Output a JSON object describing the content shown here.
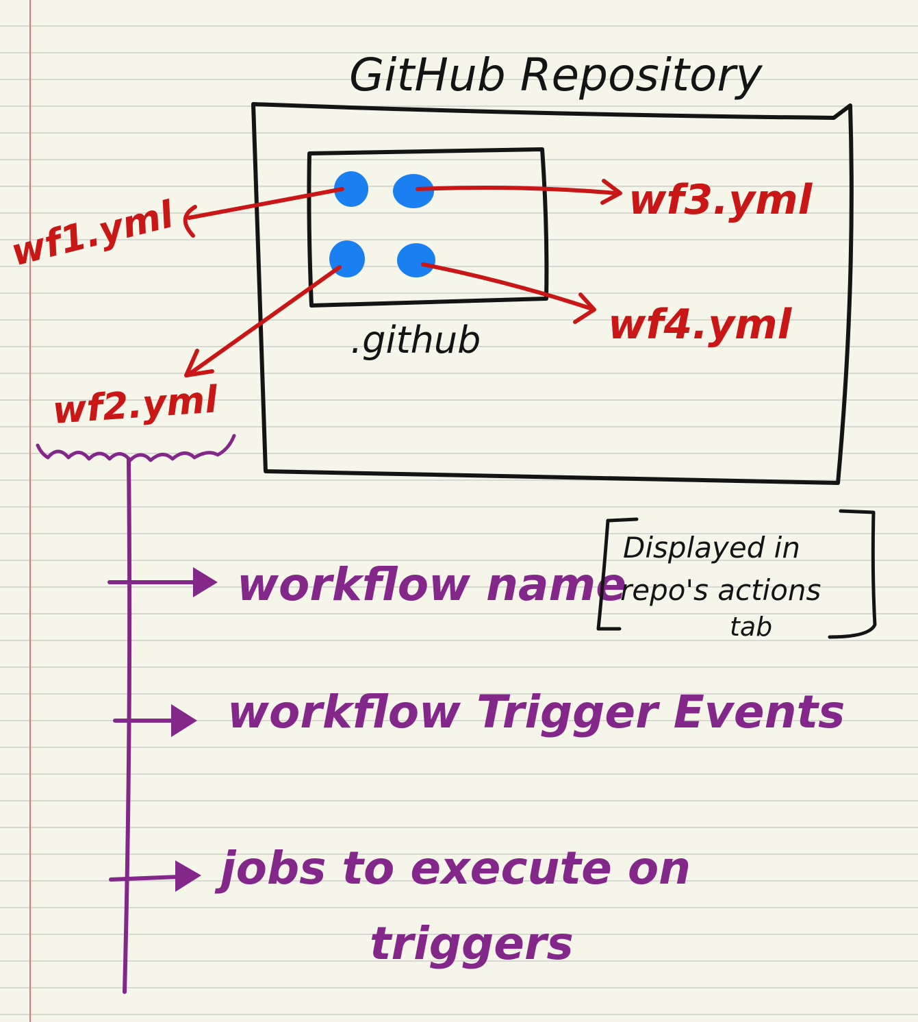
{
  "title": "GitHub Repository",
  "folder_label": ".github",
  "workflows": [
    "wf1.yml",
    "wf2.yml",
    "wf3.yml",
    "wf4.yml"
  ],
  "structure_items": [
    "workflow name",
    "workflow Trigger Events",
    "jobs to execute on",
    "triggers"
  ],
  "note_lines": [
    "Displayed in",
    "repo's actions",
    "tab"
  ],
  "colors": {
    "ink": "#141414",
    "arrow_red": "#c91616",
    "dot_blue": "#1a7ff0",
    "purple": "#84278a",
    "margin": "#e87070",
    "paper": "#f6f5ea",
    "ruling": "#d7d8d2"
  }
}
